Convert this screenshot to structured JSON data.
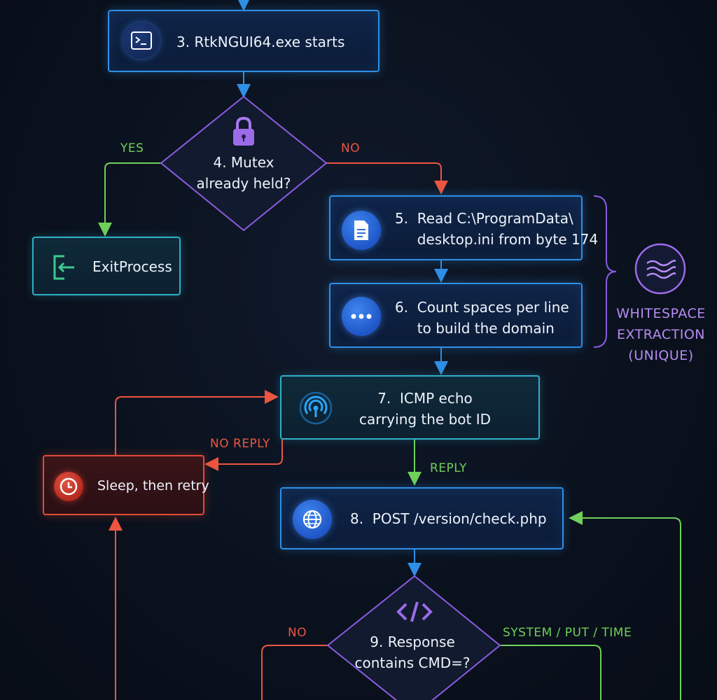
{
  "nodes": {
    "step3": {
      "label": "3. RtkNGUI64.exe starts",
      "icon": "terminal-icon"
    },
    "step4": {
      "label": "4. Mutex\nalready held?",
      "icon": "lock-icon"
    },
    "exit": {
      "label": "ExitProcess",
      "icon": "exit-door-icon"
    },
    "step5": {
      "label": "5.  Read C:\\ProgramData\\\n     desktop.ini from byte 174",
      "icon": "document-icon"
    },
    "step6": {
      "label": "6.  Count spaces per line\n     to build the domain",
      "icon": "ellipsis-icon"
    },
    "step7": {
      "label": "7.  ICMP echo\ncarrying the bot ID",
      "icon": "signal-icon"
    },
    "sleep": {
      "label": "Sleep, then retry",
      "icon": "clock-icon"
    },
    "step8": {
      "label": "8.  POST /version/check.php",
      "icon": "globe-icon"
    },
    "step9": {
      "label": "9. Response\ncontains CMD=?",
      "icon": "code-icon"
    }
  },
  "edges": {
    "yes": "YES",
    "no_mutex": "NO",
    "no_reply": "NO REPLY",
    "reply": "REPLY",
    "no_cmd": "NO",
    "system_put_time": "SYSTEM / PUT / TIME"
  },
  "side_group": {
    "label": "WHITESPACE\nEXTRACTION\n(UNIQUE)",
    "icon": "waves-icon"
  },
  "colors": {
    "blue": "#2f8fe6",
    "green": "#6fd05a",
    "red": "#ec5540",
    "purple": "#9b6be8"
  }
}
